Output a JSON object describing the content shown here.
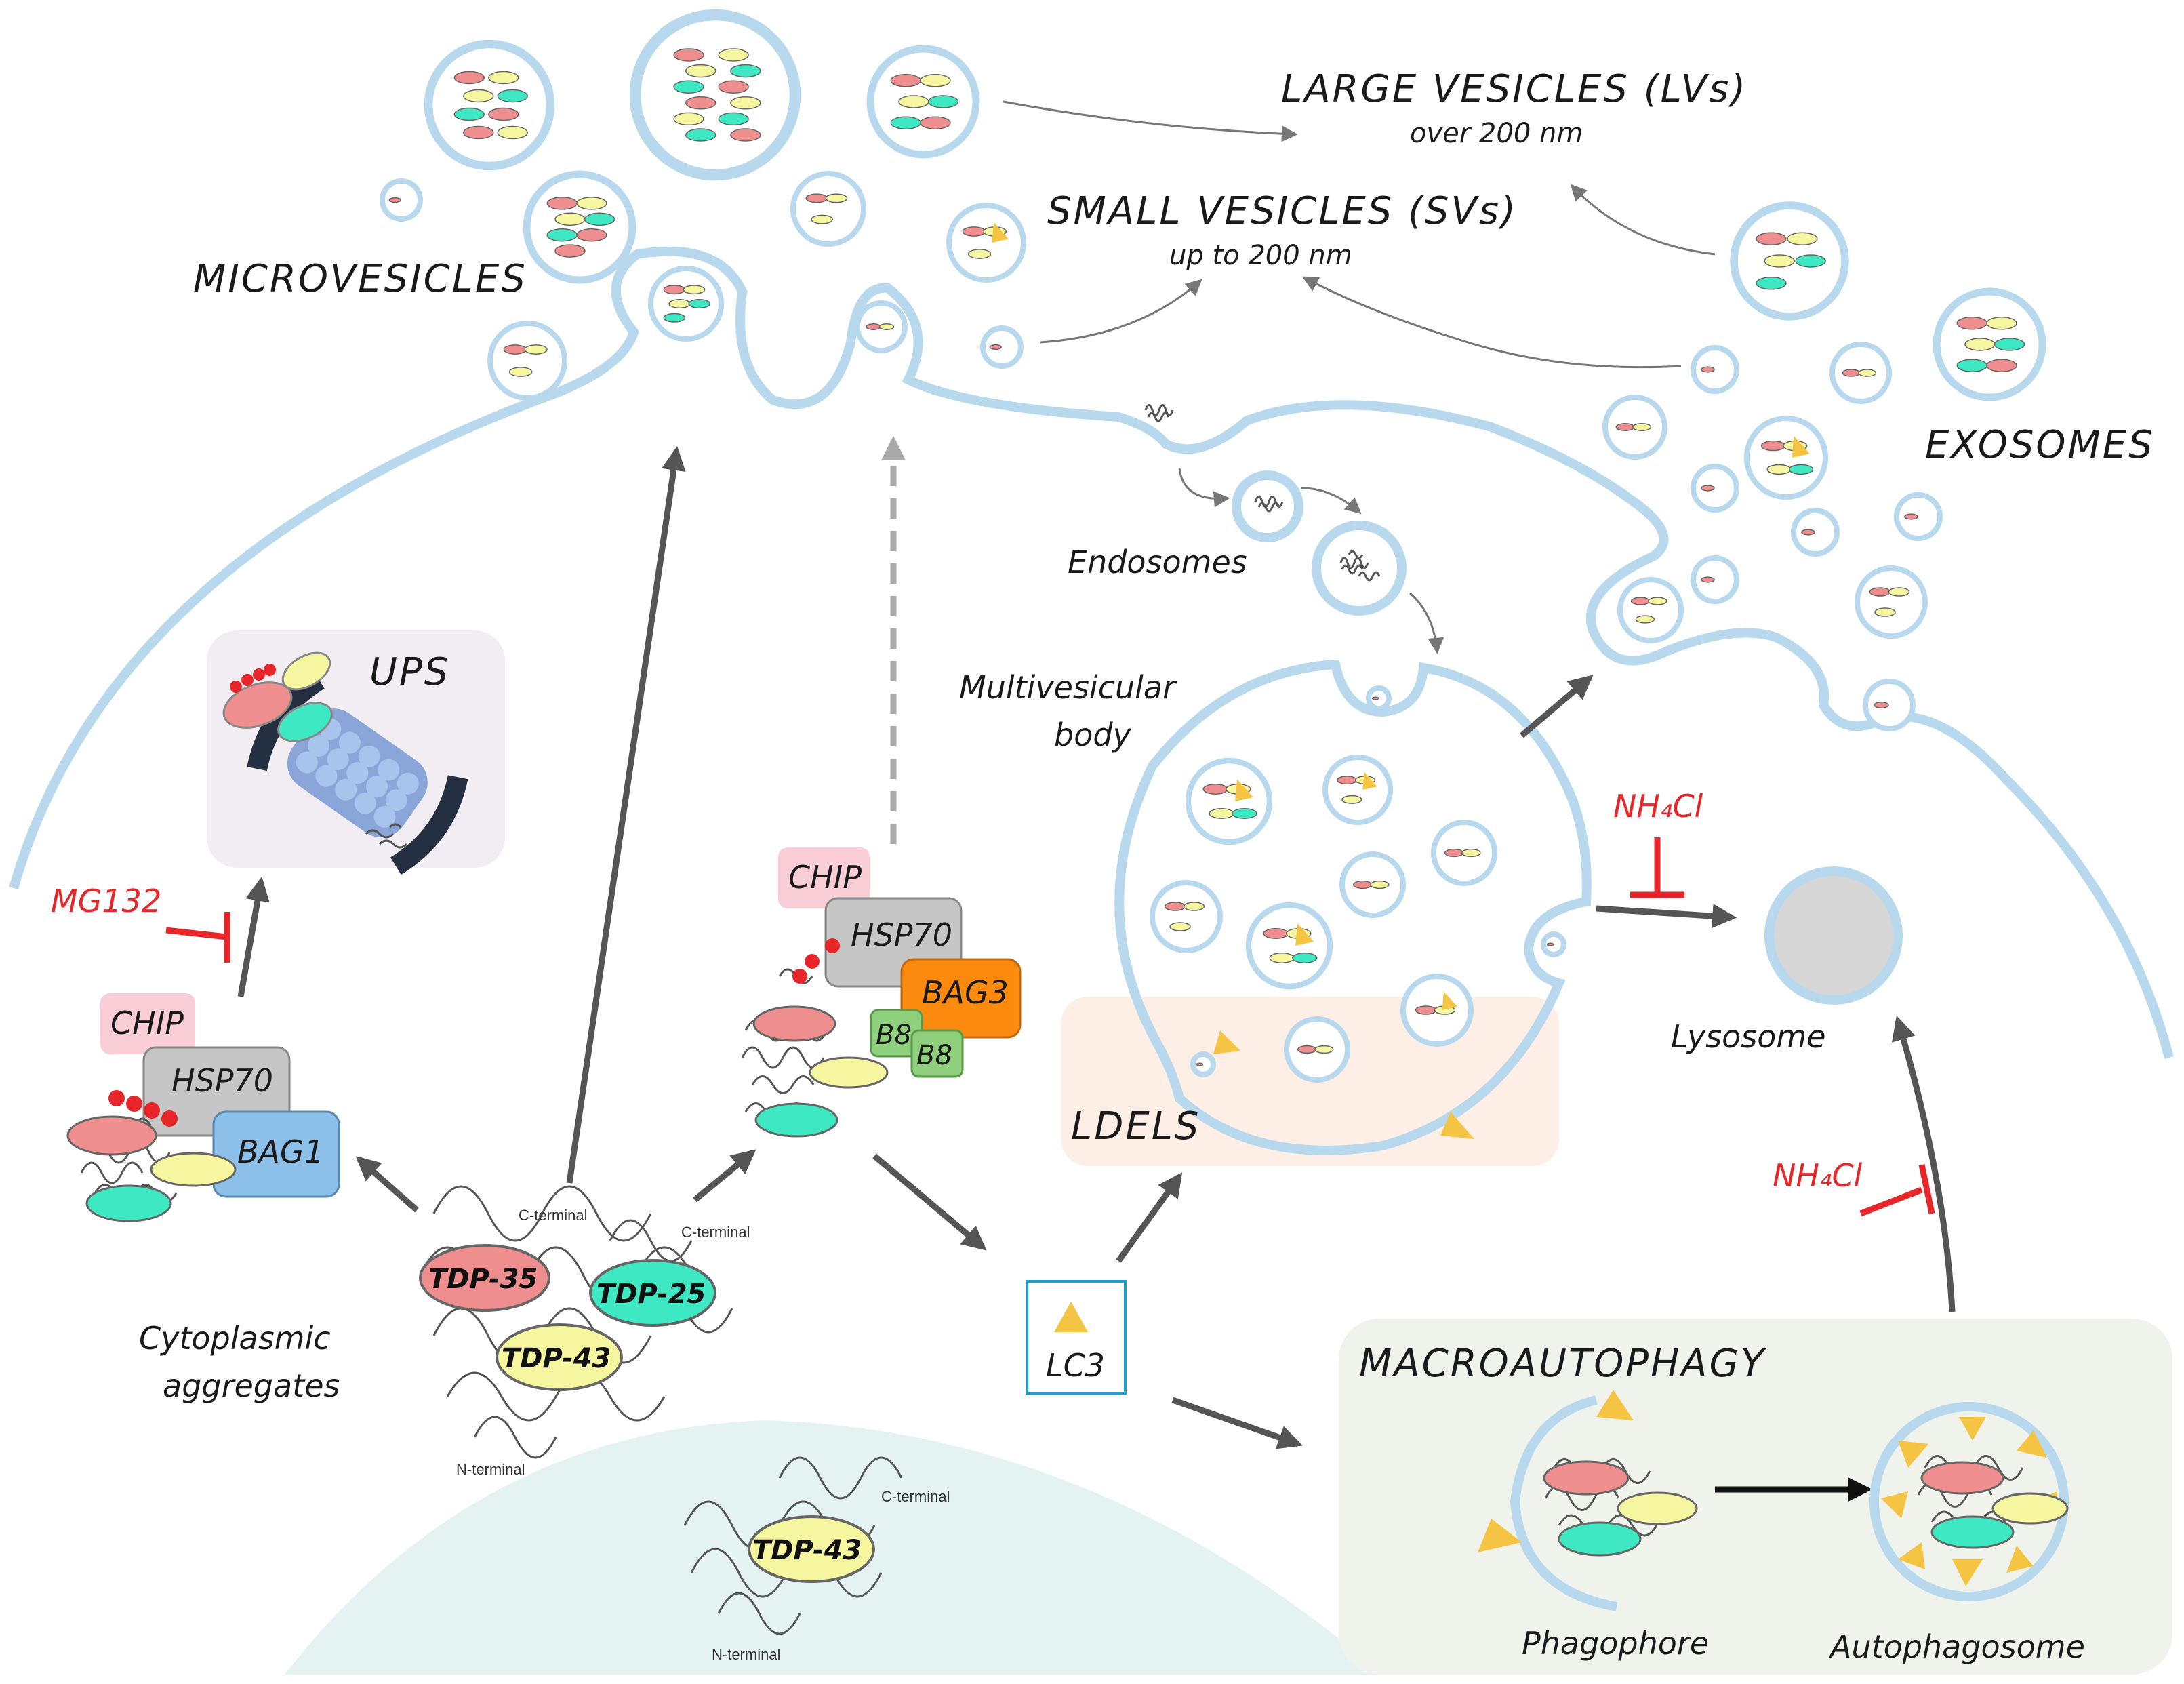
{
  "colors": {
    "membrane": "#b8d8ee",
    "pink": "#ef8e8e",
    "cyan": "#3ee8c3",
    "yellow": "#f6f6a0",
    "lc3": "#f5c443",
    "red": "#e8262a",
    "nucleus": "#e4f2f1",
    "ups_bg": "#f1edf2",
    "ldels_bg": "#fdeee6",
    "macro_bg": "#f0f3ec",
    "chip": "#f9cdd6",
    "hsp70": "#c6c6c6",
    "bag1": "#8cc0e8",
    "bag3": "#fb8a0e",
    "b8": "#8fd07c"
  },
  "labels": {
    "large_vesicles": "LARGE VESICLES (LVs)",
    "large_size": "over 200 nm",
    "small_vesicles": "SMALL VESICLES (SVs)",
    "small_size": "up to 200 nm",
    "microvesicles": "MICROVESICLES",
    "exosomes": "EXOSOMES",
    "endosomes": "Endosomes",
    "mvb_line1": "Multivesicular",
    "mvb_line2": "body",
    "ups": "UPS",
    "mg132": "MG132",
    "nh4cl_top": "NH₄Cl",
    "nh4cl_bottom": "NH₄Cl",
    "lysosome": "Lysosome",
    "ldels": "LDELS",
    "lc3": "LC3",
    "macroautophagy": "MACROAUTOPHAGY",
    "phagophore": "Phagophore",
    "autophagosome": "Autophagosome",
    "cyto_line1": "Cytoplasmic",
    "cyto_line2": "aggregates"
  },
  "complex_left": {
    "chip": "CHIP",
    "hsp70": "HSP70",
    "bag1": "BAG1"
  },
  "complex_mid": {
    "chip": "CHIP",
    "hsp70": "HSP70",
    "bag3": "BAG3",
    "b8a": "B8",
    "b8b": "B8"
  },
  "aggregate": {
    "tdp35": "TDP-35",
    "tdp25": "TDP-25",
    "tdp43": "TDP-43",
    "c_terminal_1": "C-terminal",
    "c_terminal_2": "C-terminal",
    "n_terminal": "N-terminal"
  },
  "nuclear": {
    "tdp43": "TDP-43",
    "c_terminal": "C-terminal",
    "n_terminal": "N-terminal"
  }
}
